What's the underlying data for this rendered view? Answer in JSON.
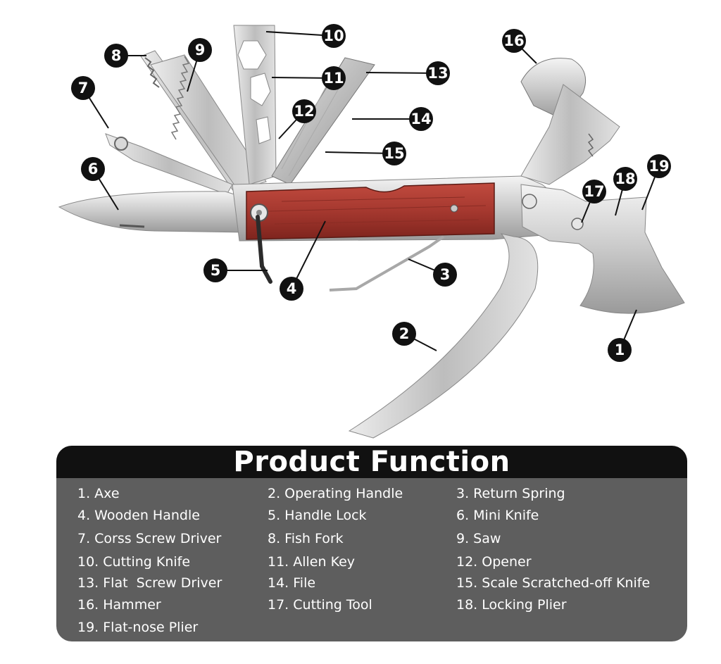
{
  "callouts": [
    "1",
    "2",
    "3",
    "4",
    "5",
    "6",
    "7",
    "8",
    "9",
    "10",
    "11",
    "12",
    "13",
    "14",
    "15",
    "16",
    "17",
    "18",
    "19"
  ],
  "panel": {
    "title": "Product Function",
    "items": [
      "1. Axe",
      "2. Operating Handle",
      "3. Return Spring",
      "4. Wooden Handle",
      "5. Handle Lock",
      "6. Mini Knife",
      "7. Corss Screw Driver",
      "8. Fish Fork",
      "9. Saw",
      "10. Cutting Knife",
      "11. Allen Key",
      "12. Opener",
      "13. Flat  Screw Driver",
      "14. File",
      "15. Scale Scratched-off Knife",
      "16. Hammer",
      "17. Cutting Tool",
      "18. Locking Plier",
      "19. Flat-nose Plier"
    ]
  },
  "colors": {
    "panel_bg": "#5e5e5e",
    "header_bg": "#111111",
    "callout": "#111111",
    "wood": "#a5382f"
  }
}
